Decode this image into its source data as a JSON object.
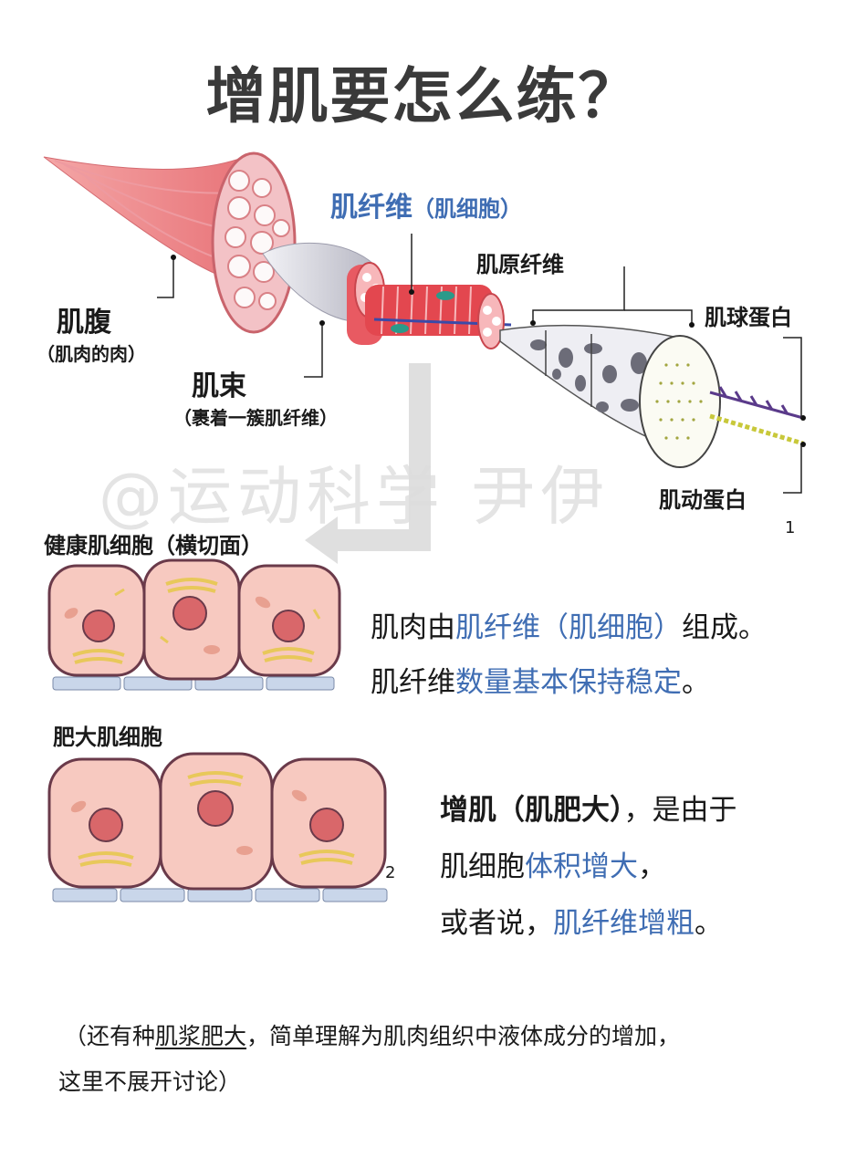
{
  "title": "增肌要怎么练？",
  "labels": {
    "fiber": "肌纤维",
    "fiber_paren": "（肌细胞）",
    "myofibril": "肌原纤维",
    "globulin": "肌球蛋白",
    "belly": "肌腹",
    "belly_note": "（肌肉的肉）",
    "fascicle": "肌束",
    "fascicle_note": "（裹着一簇肌纤维）",
    "actin": "肌动蛋白",
    "fig1": "1",
    "fig2": "2"
  },
  "watermark": "@运动科学 尹伊",
  "sections": {
    "healthy_title": "健康肌细胞（横切面）",
    "hyper_title": "肥大肌细胞"
  },
  "text1": {
    "line1_a": "肌肉由",
    "line1_b": "肌纤维（肌细胞）",
    "line1_c": "组成。",
    "line2_a": "肌纤维",
    "line2_b": "数量基本保持稳定",
    "line2_c": "。"
  },
  "text2": {
    "line1_a": "增肌（肌肥大）",
    "line1_b": "，是由于",
    "line2_a": "肌细胞",
    "line2_b": "体积增大",
    "line2_c": "，",
    "line3_a": "或者说，",
    "line3_b": "肌纤维增粗",
    "line3_c": "。"
  },
  "note": {
    "line1_a": "（还有种",
    "line1_b": "肌浆肥大",
    "line1_c": "，简单理解为肌肉组织中液体成分的增加，",
    "line2": "这里不展开讨论）"
  },
  "colors": {
    "accent_blue": "#3f6db3",
    "muscle_pink": "#f08a8c",
    "cell_fill": "#f7c9c0",
    "cell_border": "#6a3a4a",
    "base_blue": "#c9d6ea",
    "golgi_yellow": "#e8c85a"
  }
}
